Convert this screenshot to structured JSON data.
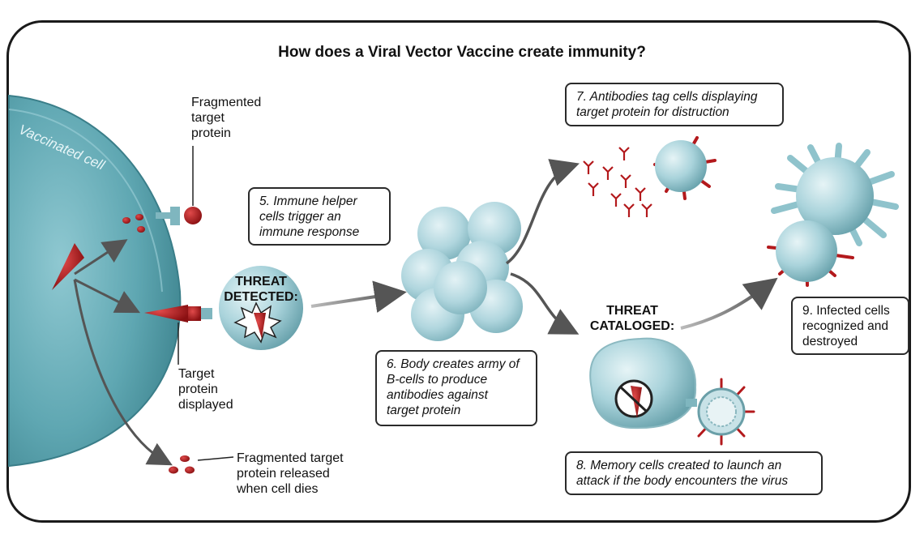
{
  "title": "How does a Viral Vector Vaccine create immunity?",
  "vaccinated_cell": "Vaccinated cell",
  "labels": {
    "fragmented_target_protein": [
      "Fragmented",
      "target",
      "protein"
    ],
    "target_protein_displayed": [
      "Target",
      "protein",
      "displayed"
    ],
    "fragmented_released": [
      "Fragmented target",
      "protein released",
      "when cell dies"
    ]
  },
  "threat_detected": [
    "THREAT",
    "DETECTED:"
  ],
  "threat_cataloged": [
    "THREAT",
    "CATALOGED:"
  ],
  "steps": {
    "step5": [
      "5. Immune helper",
      "cells trigger an",
      "immune response"
    ],
    "step6": [
      "6. Body creates army of",
      "B-cells to produce",
      "antibodies against",
      "target protein"
    ],
    "step7": [
      "7. Antibodies tag cells displaying",
      "target protein for distruction"
    ],
    "step8": [
      "8. Memory cells created to launch an",
      "attack if the body encounters the virus"
    ],
    "step9": [
      "9. Infected cells",
      "recognized and",
      "destroyed"
    ]
  },
  "colors": {
    "cell_teal": "#5fa7b2",
    "cell_light": "#b7dde4",
    "protein_red": "#b3191c",
    "arrow_gray": "#555555"
  }
}
